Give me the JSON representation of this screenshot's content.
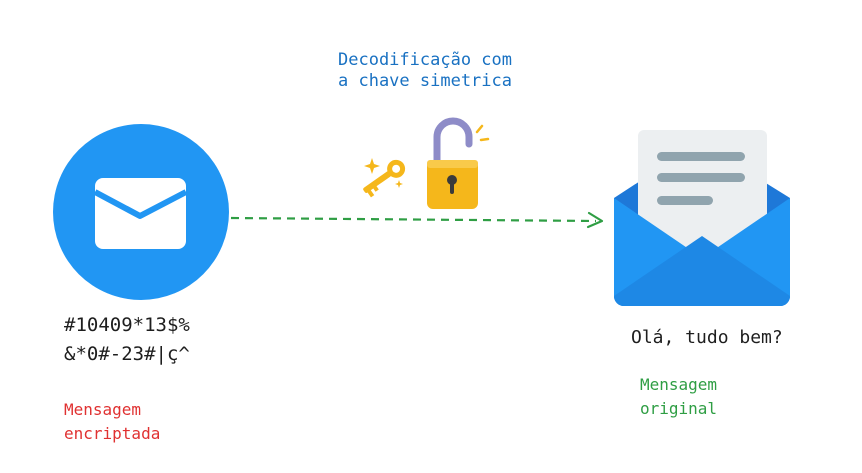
{
  "caption": {
    "line1": "Decodificação com",
    "line2": "a chave simetrica"
  },
  "encrypted": {
    "line1": "#10409*13$%",
    "line2": "&*0#-23#|ç^",
    "label_line1": "Mensagem",
    "label_line2": "encriptada"
  },
  "original": {
    "text": "Olá, tudo bem?",
    "label_line1": "Mensagem",
    "label_line2": "original"
  },
  "icons": {
    "sender": "closed-envelope-icon",
    "key": "key-icon",
    "lock": "open-padlock-icon",
    "receiver": "open-envelope-letter-icon"
  },
  "colors": {
    "envelope_blue": "#2196f3",
    "caption_blue": "#1971c2",
    "arrow_green": "#2f9e44",
    "label_red": "#e03131",
    "lock_gold": "#f5b71b"
  }
}
